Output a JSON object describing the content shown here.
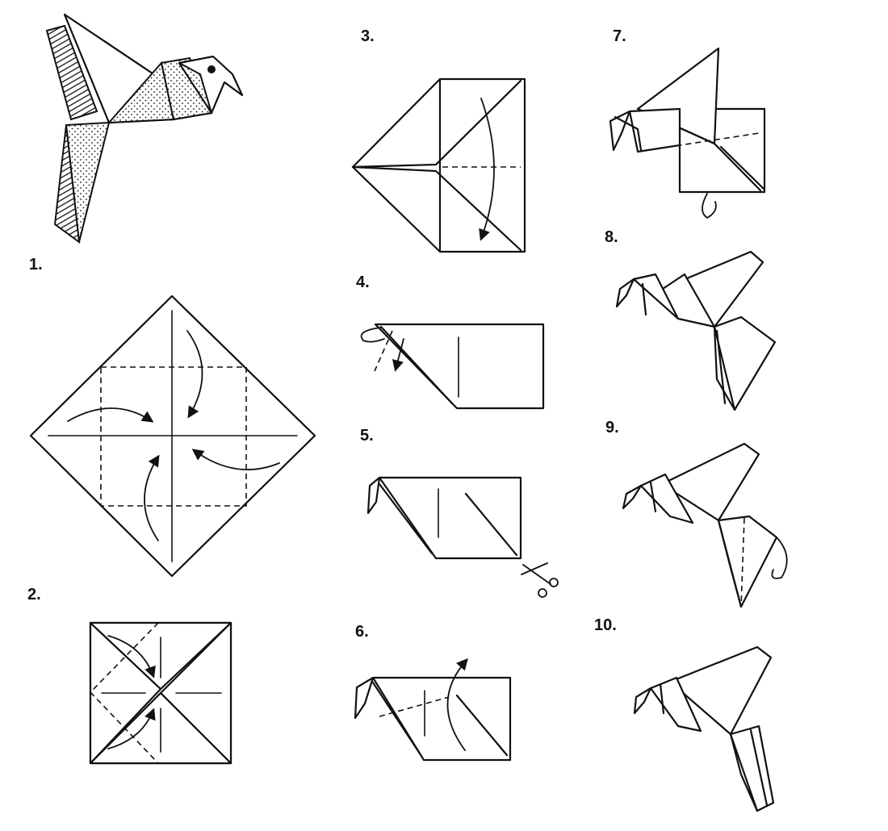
{
  "steps": [
    {
      "label": "1."
    },
    {
      "label": "2."
    },
    {
      "label": "3."
    },
    {
      "label": "4."
    },
    {
      "label": "5."
    },
    {
      "label": "6."
    },
    {
      "label": "7."
    },
    {
      "label": "8."
    },
    {
      "label": "9."
    },
    {
      "label": "10."
    }
  ],
  "colors": {
    "ink": "#111111",
    "paper": "#ffffff"
  }
}
